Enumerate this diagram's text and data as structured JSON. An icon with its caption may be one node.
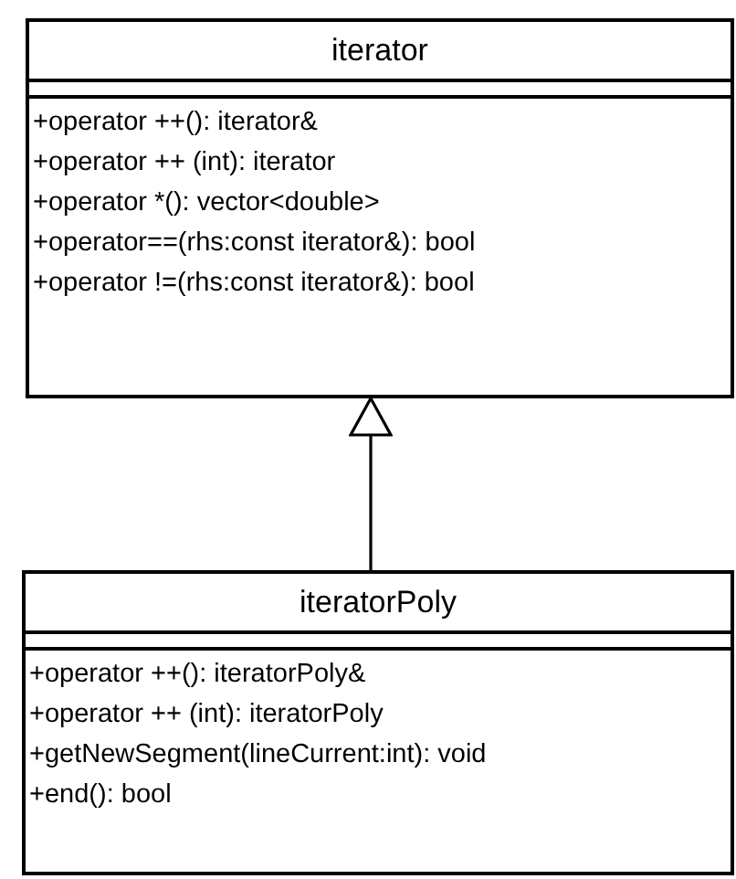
{
  "diagram": {
    "nodes": [
      {
        "text": [
          "iterator",
          "+operator ++(): iterator&",
          "+operator ++ (int): iterator",
          "+operator *(): vector<double>",
          "+operator==(rhs:const iterator&): bool",
          "+operator !=(rhs:const iterator&): bool"
        ]
      },
      {
        "text": [
          "iteratorPoly",
          "+operator ++(): iteratorPoly&",
          "+operator ++ (int): iteratorPoly",
          "+getNewSegment(lineCurrent:int): void",
          "+end(): bool"
        ]
      }
    ],
    "edges": [
      {
        "from": 1,
        "to": 0,
        "arrow": "to"
      }
    ]
  }
}
